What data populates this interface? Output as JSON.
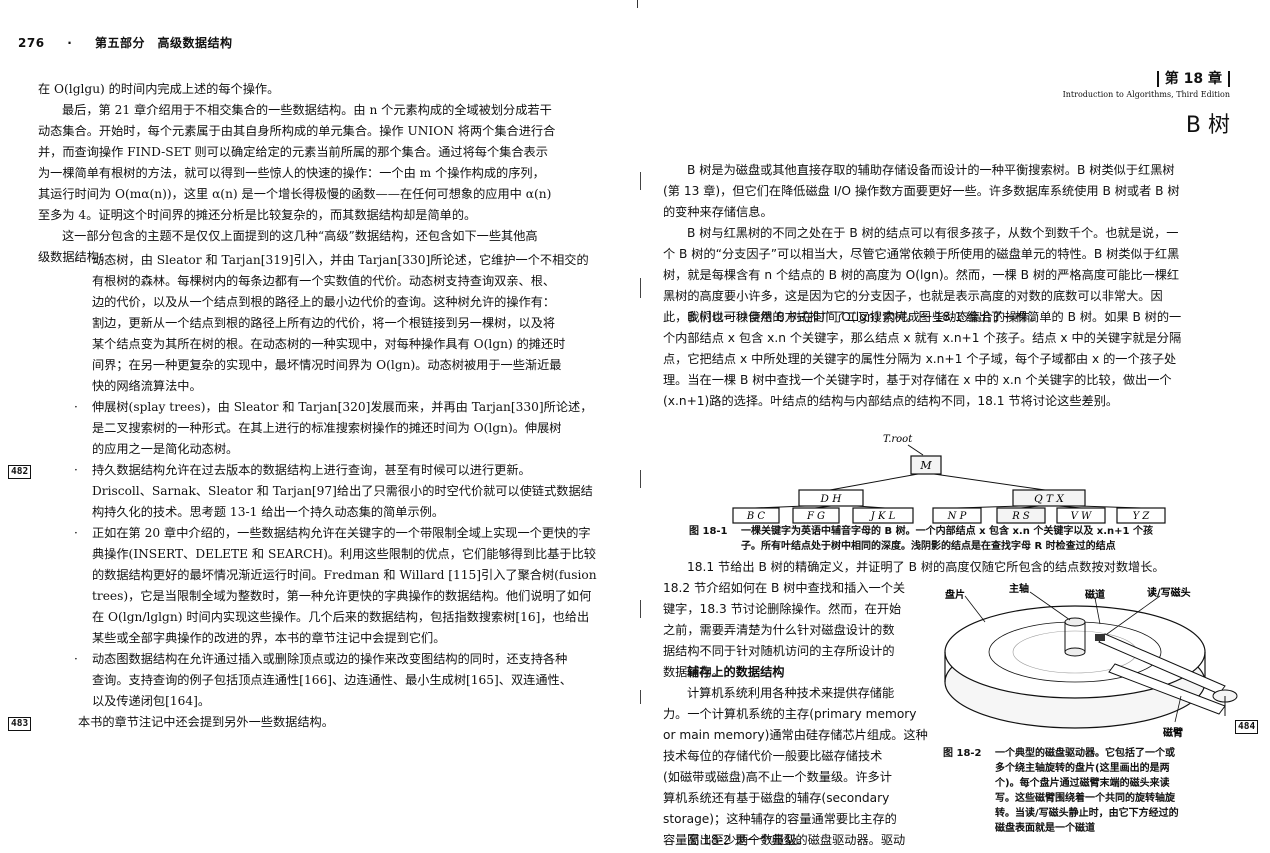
{
  "left_page": {
    "header": {
      "page_number": "276",
      "dot": "·",
      "section": "第五部分　高级数据结构"
    },
    "para1": [
      "在 O(lglgu) 的时间内完成上述的每个操作。"
    ],
    "para2": [
      "最后，第 21 章介绍用于不相交集合的一些数据结构。由 n 个元素构成的全域被划分成若干",
      "动态集合。开始时，每个元素属于由其自身所构成的单元集合。操作 UNION 将两个集合进行合",
      "并，而查询操作 FIND-SET 则可以确定给定的元素当前所属的那个集合。通过将每个集合表示",
      "为一棵简单有根树的方法，就可以得到一些惊人的快速的操作：一个由 m 个操作构成的序列，",
      "其运行时间为 O(mα(n))，这里 α(n) 是一个增长得极慢的函数——在任何可想象的应用中 α(n)",
      "至多为 4。证明这个时间界的摊还分析是比较复杂的，而其数据结构却是简单的。"
    ],
    "para3": [
      "这一部分包含的主题不是仅仅上面提到的这几种“高级”数据结构，还包含如下一些其他高",
      "级数据结构："
    ],
    "bullet_symbol": "·",
    "bullets": [
      [
        "动态树，由 Sleator 和 Tarjan[319]引入，并由 Tarjan[330]所论述，它维护一个不相交的",
        "有根树的森林。每棵树内的每条边都有一个实数值的代价。动态树支持查询双亲、根、",
        "边的代价，以及从一个结点到根的路径上的最小边代价的查询。这种树允许的操作有：",
        "割边，更新从一个结点到根的路径上所有边的代价，将一个根链接到另一棵树，以及将",
        "某个结点变为其所在树的根。在动态树的一种实现中，对每种操作具有 O(lgn) 的摊还时",
        "间界；在另一种更复杂的实现中，最坏情况时间界为 O(lgn)。动态树被用于一些渐近最",
        "快的网络流算法中。"
      ],
      [
        "伸展树(splay trees)，由 Sleator 和 Tarjan[320]发展而来，并再由 Tarjan[330]所论述，",
        "是二叉搜索树的一种形式。在其上进行的标准搜索树操作的摊还时间为 O(lgn)。伸展树",
        "的应用之一是简化动态树。"
      ],
      [
        "持久数据结构允许在过去版本的数据结构上进行查询，甚至有时候可以进行更新。",
        "Driscoll、Sarnak、Sleator 和 Tarjan[97]给出了只需很小的时空代价就可以使链式数据结",
        "构持久化的技术。思考题 13-1 给出一个持久动态集的简单示例。"
      ],
      [
        "正如在第 20 章中介绍的，一些数据结构允许在关键字的一个带限制全域上实现一个更快的字",
        "典操作(INSERT、DELETE 和 SEARCH)。利用这些限制的优点，它们能够得到比基于比较",
        "的数据结构更好的最坏情况渐近运行时间。Fredman 和 Willard [115]引入了聚合树(fusion",
        "trees)，它是当限制全域为整数时，第一种允许更快的字典操作的数据结构。他们说明了如何",
        "在 O(lgn/lglgn) 时间内实现这些操作。几个后来的数据结构，包括指数搜索树[16]，也给出",
        "某些或全部字典操作的改进的界，本书的章节注记中会提到它们。"
      ],
      [
        "动态图数据结构在允许通过插入或删除顶点或边的操作来改变图结构的同时，还支持各种",
        "查询。支持查询的例子包括顶点连通性[166]、边连通性、最小生成树[165]、双连通性、",
        "以及传递闭包[164]。"
      ]
    ],
    "para_last": [
      "本书的章节注记中还会提到另外一些数据结构。"
    ],
    "margin_notes": [
      "482",
      "483"
    ]
  },
  "right_page": {
    "chapter_number": "第 18 章",
    "chapter_subtitle": "Introduction to Algorithms, Third Edition",
    "chapter_title": "B 树",
    "para1": [
      "B 树是为磁盘或其他直接存取的辅助存储设备而设计的一种平衡搜索树。B 树类似于红黑树",
      "(第 13 章)，但它们在降低磁盘 I/O 操作数方面要更好一些。许多数据库系统使用 B 树或者 B 树",
      "的变种来存储信息。"
    ],
    "para2": [
      "B 树与红黑树的不同之处在于 B 树的结点可以有很多孩子，从数个到数千个。也就是说，一",
      "个 B 树的“分支因子”可以相当大，尽管它通常依赖于所使用的磁盘单元的特性。B 树类似于红黑",
      "树，就是每棵含有 n 个结点的 B 树的高度为 O(lgn)。然而，一棵 B 树的严格高度可能比一棵红",
      "黑树的高度要小许多，这是因为它的分支因子，也就是表示高度的对数的底数可以非常大。因",
      "此，我们也可以使用 B 树在时间 O(lgn) 内完成一些动态集合的操作。"
    ],
    "para3": [
      "B 树以一种自然的方式推广了二叉搜索树。图 18-1 给出了一棵简单的 B 树。如果 B 树的一",
      "个内部结点 x 包含 x.n 个关键字，那么结点 x 就有 x.n+1 个孩子。结点 x 中的关键字就是分隔",
      "点，它把结点 x 中所处理的关键字的属性分隔为 x.n+1 个子域，每个子域都由 x 的一个孩子处",
      "理。当在一棵 B 树中查找一个关键字时，基于对存储在 x 中的 x.n 个关键字的比较，做出一个",
      "(x.n+1)路的选择。叶结点的结构与内部结点的结构不同，18.1 节将讨论这些差别。"
    ],
    "tree": {
      "root_label": "T.root",
      "root": "M",
      "internal": [
        "D H",
        "Q T X"
      ],
      "leaves": [
        "B C",
        "F G",
        "J K L",
        "N P",
        "R S",
        "V W",
        "Y Z"
      ]
    },
    "fig1_label": "图 18-1",
    "fig1_caption": [
      "一棵关键字为英语中辅音字母的 B 树。一个内部结点 x 包含 x.n 个关键字以及 x.n+1 个孩",
      "子。所有叶结点处于树中相同的深度。浅阴影的结点是在查找字母 R 时检查过的结点"
    ],
    "para4_full": "18.1 节给出 B 树的精确定义，并证明了 B 树的高度仅随它所包含的结点数按对数增长。",
    "para4": [
      "18.2 节介绍如何在 B 树中查找和插入一个关",
      "键字，18.3 节讨论删除操作。然而，在开始",
      "之前，需要弄清楚为什么针对磁盘设计的数",
      "据结构不同于针对随机访问的主存所设计的",
      "数据结构。"
    ],
    "subheading": "辅存上的数据结构",
    "para5": [
      "计算机系统利用各种技术来提供存储能",
      "力。一个计算机系统的主存(primary memory",
      "or main memory)通常由硅存储芯片组成。这种",
      "技术每位的存储代价一般要比磁存储技术",
      "(如磁带或磁盘)高不止一个数量级。许多计",
      "算机系统还有基于磁盘的辅存(secondary",
      "storage)；这种辅存的容量通常要比主存的",
      "容量高出至少两个数量级。"
    ],
    "para6": [
      "图 18-2 是一个典型的磁盘驱动器。驱动"
    ],
    "disk_labels": {
      "platter": "盘片",
      "spindle": "主轴",
      "track": "磁道",
      "head": "读/写磁头",
      "arm": "磁臂"
    },
    "fig2_label": "图 18-2",
    "fig2_caption": [
      "一个典型的磁盘驱动器。它包括了一个或",
      "多个绕主轴旋转的盘片(这里画出的是两",
      "个)。每个盘片通过磁臂末端的磁头来读",
      "写。这些磁臂围绕着一个共同的旋转轴旋",
      "转。当读/写磁头静止时，由它下方经过的",
      "磁盘表面就是一个磁道"
    ],
    "margin_note": "484"
  }
}
